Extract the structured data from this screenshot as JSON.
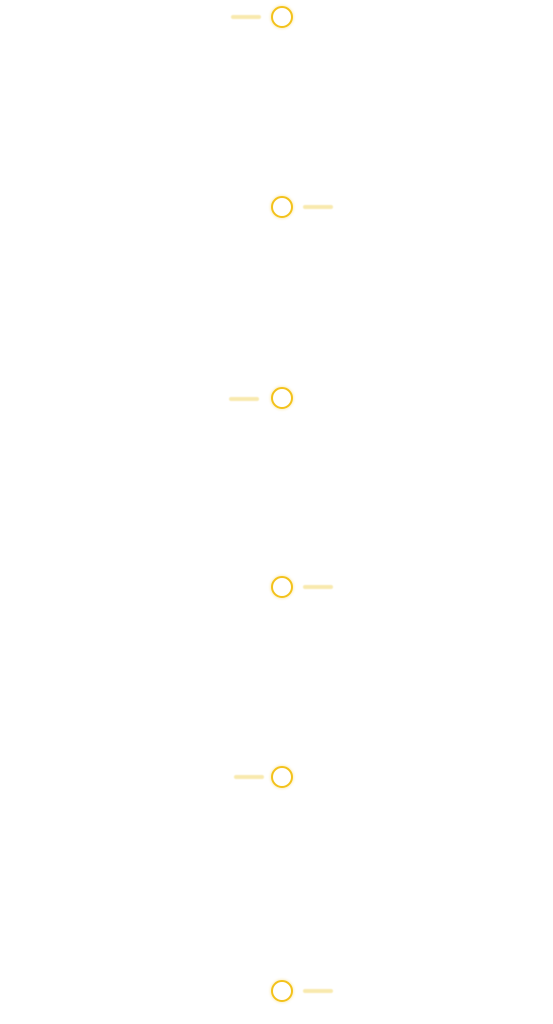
{
  "timeline": {
    "accent_color": "#f3c21b",
    "dash_color": "#f8e7a6",
    "items": [
      {
        "side": "left"
      },
      {
        "side": "right"
      },
      {
        "side": "left"
      },
      {
        "side": "right"
      },
      {
        "side": "left"
      },
      {
        "side": "right"
      }
    ]
  }
}
